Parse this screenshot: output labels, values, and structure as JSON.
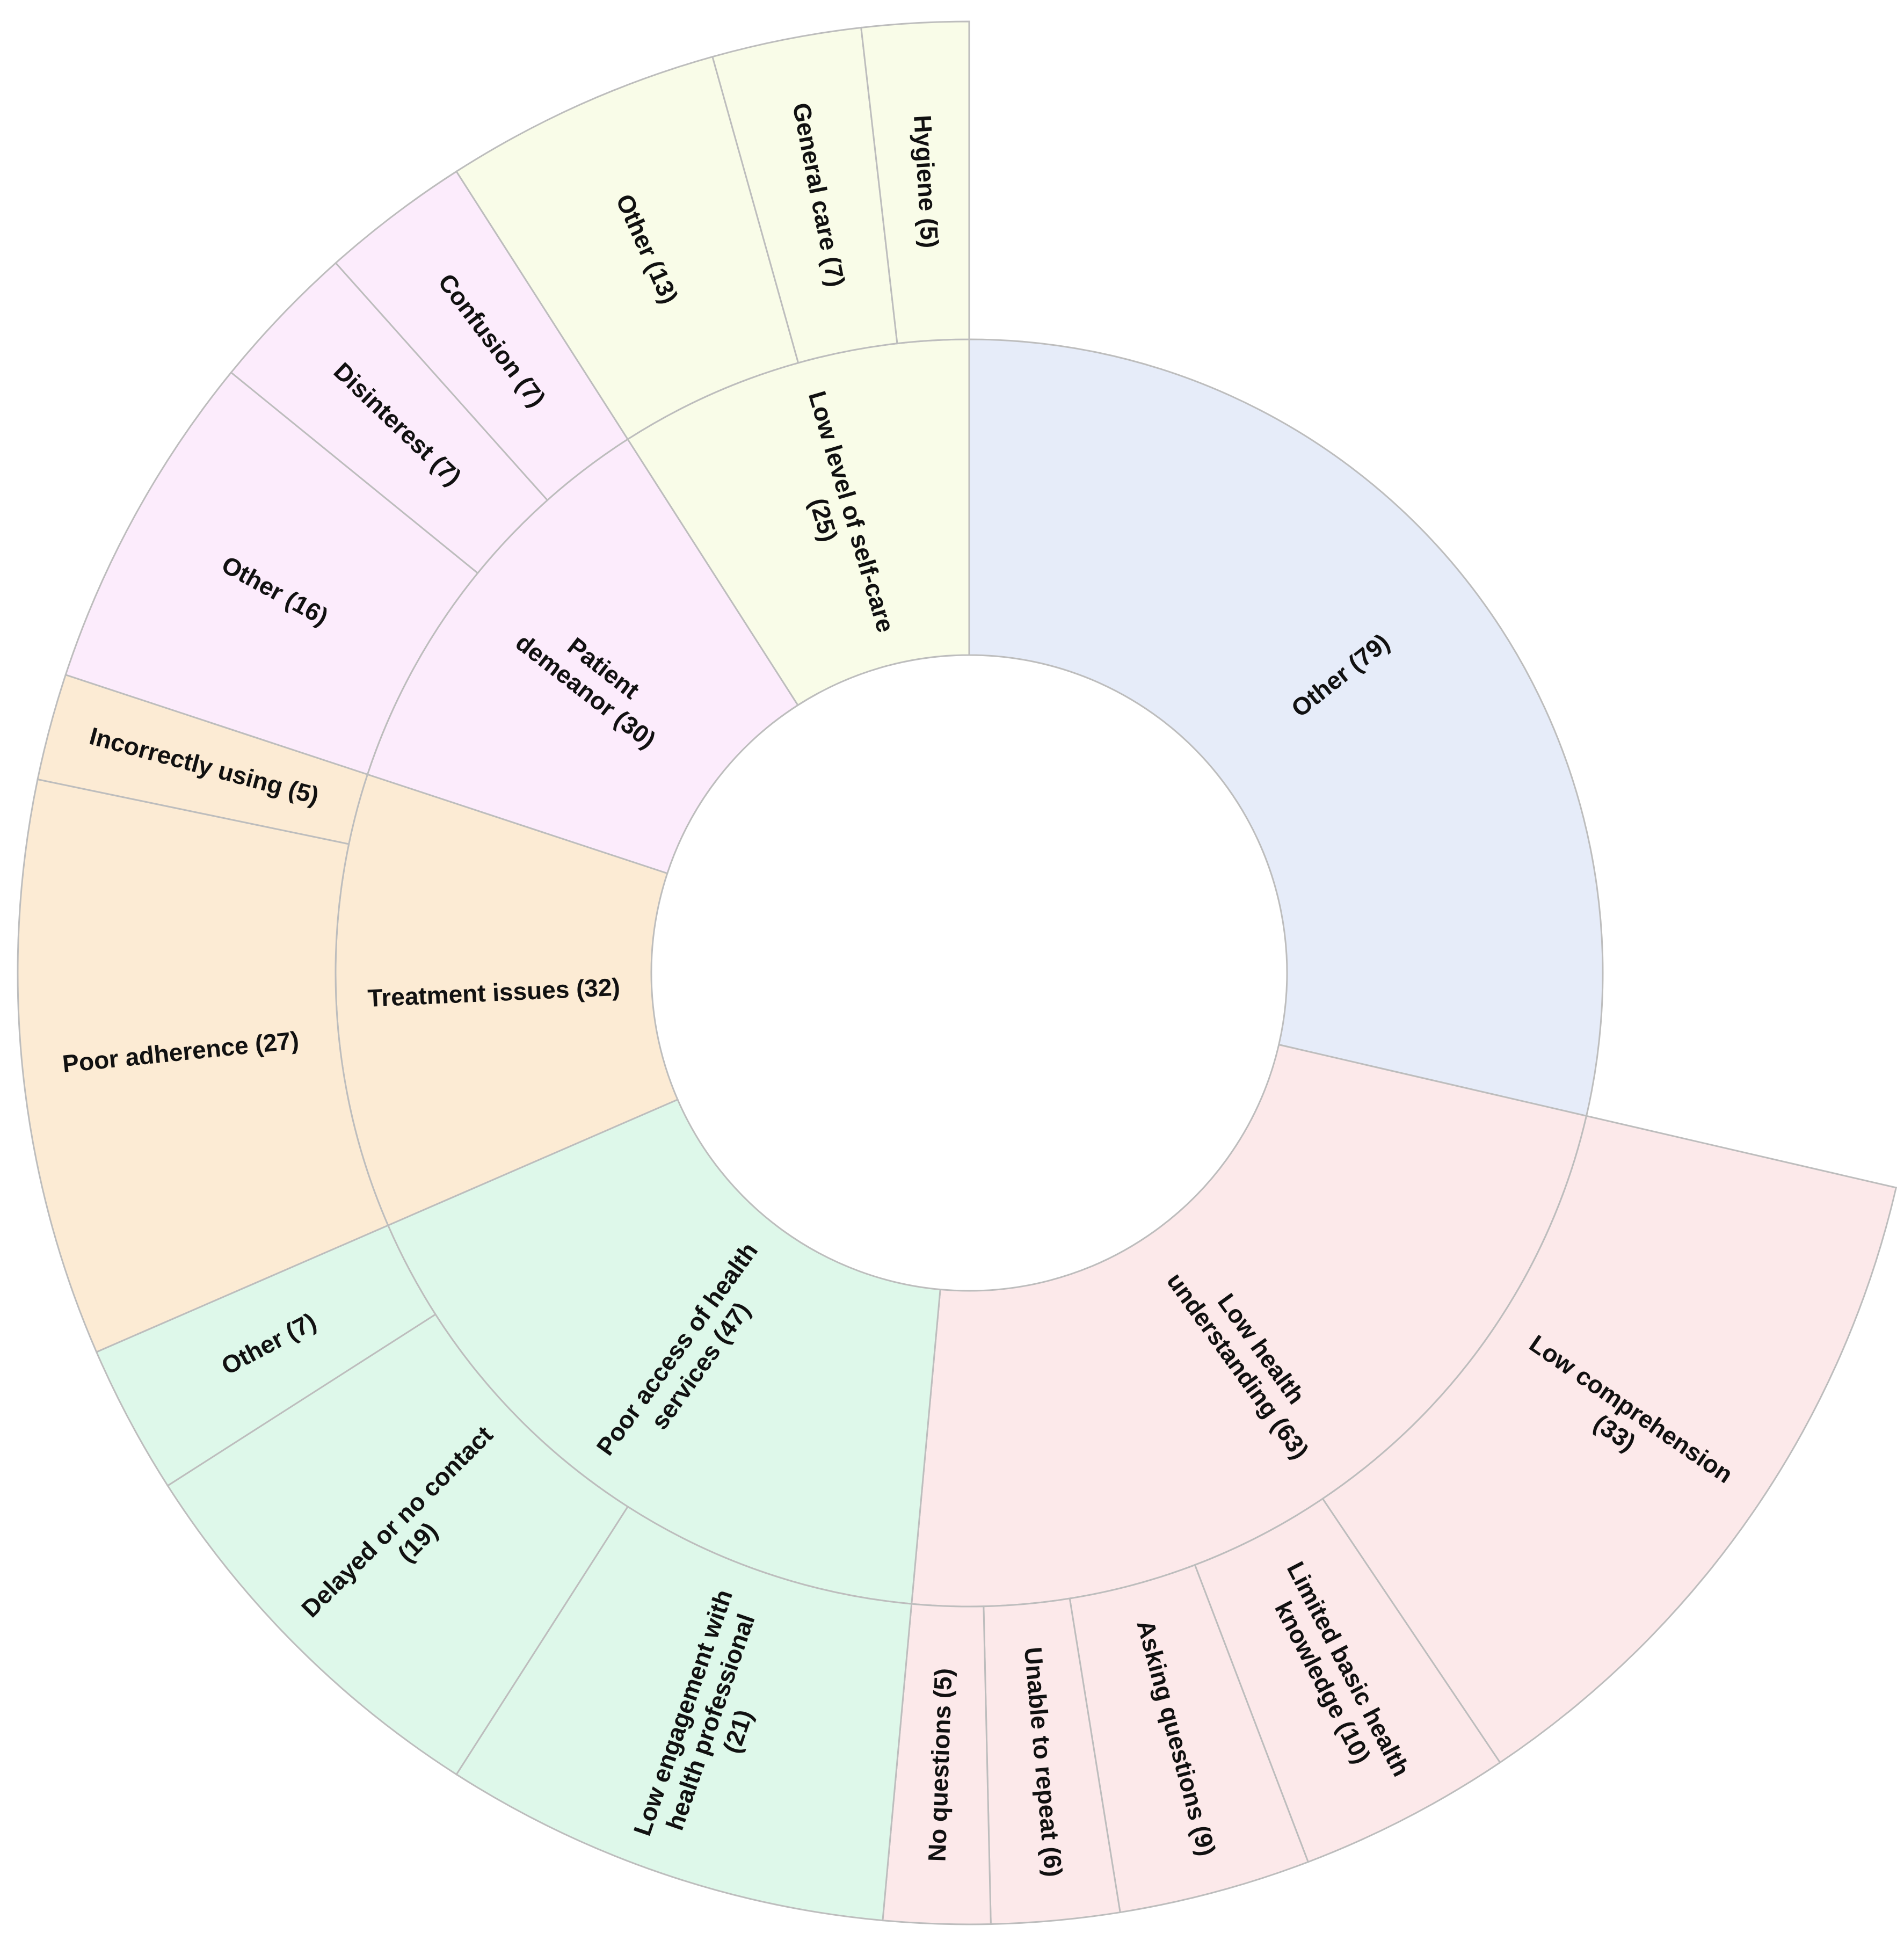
{
  "chart_data": {
    "type": "sunburst",
    "inner_ring": [
      {
        "id": "other",
        "label": "Other (79)",
        "lines": [
          "Other (79)"
        ],
        "value": 79,
        "color": "#e6ecf9"
      },
      {
        "id": "health",
        "label": "Low health understanding (63)",
        "lines": [
          "Low health",
          "understanding (63)"
        ],
        "value": 63,
        "color": "#fce9ea"
      },
      {
        "id": "access",
        "label": "Poor access of health services (47)",
        "lines": [
          "Poor access of health",
          "services (47)"
        ],
        "value": 47,
        "color": "#def8ea"
      },
      {
        "id": "treat",
        "label": "Treatment issues (32)",
        "lines": [
          "Treatment issues (32)"
        ],
        "value": 32,
        "color": "#fcebd4"
      },
      {
        "id": "demeanor",
        "label": "Patient demeanor (30)",
        "lines": [
          "Patient",
          "demeanor (30)"
        ],
        "value": 30,
        "color": "#fcecfc"
      },
      {
        "id": "selfcare",
        "label": "Low level of self-care (25)",
        "lines": [
          "Low level of self-care",
          "(25)"
        ],
        "value": 25,
        "color": "#f9fce8"
      }
    ],
    "outer_ring": [
      {
        "parent": "health",
        "label": "Low comprehension (33)",
        "lines": [
          "Low comprehension",
          "(33)"
        ],
        "value": 33
      },
      {
        "parent": "health",
        "label": "Limited basic health knowledge (10)",
        "lines": [
          "Limited basic health",
          "knowledge (10)"
        ],
        "value": 10
      },
      {
        "parent": "health",
        "label": "Asking questions (9)",
        "lines": [
          "Asking questions (9)"
        ],
        "value": 9
      },
      {
        "parent": "health",
        "label": "Unable to repeat (6)",
        "lines": [
          "Unable to repeat (6)"
        ],
        "value": 6
      },
      {
        "parent": "health",
        "label": "No questions (5)",
        "lines": [
          "No questions (5)"
        ],
        "value": 5
      },
      {
        "parent": "access",
        "label": "Low engagement with health professional (21)",
        "lines": [
          "Low engagement with",
          "health professional",
          "(21)"
        ],
        "value": 21
      },
      {
        "parent": "access",
        "label": "Delayed or no contact (19)",
        "lines": [
          "Delayed or no contact",
          "(19)"
        ],
        "value": 19
      },
      {
        "parent": "access",
        "label": "Other (7)",
        "lines": [
          "Other (7)"
        ],
        "value": 7
      },
      {
        "parent": "treat",
        "label": "Poor adherence (27)",
        "lines": [
          "Poor adherence (27)"
        ],
        "value": 27
      },
      {
        "parent": "treat",
        "label": "Incorrectly using (5)",
        "lines": [
          "Incorrectly using (5)"
        ],
        "value": 5
      },
      {
        "parent": "demeanor",
        "label": "Other (16)",
        "lines": [
          "Other (16)"
        ],
        "value": 16
      },
      {
        "parent": "demeanor",
        "label": "Disinterest (7)",
        "lines": [
          "Disinterest (7)"
        ],
        "value": 7
      },
      {
        "parent": "demeanor",
        "label": "Confusion (7)",
        "lines": [
          "Confusion (7)"
        ],
        "value": 7
      },
      {
        "parent": "selfcare",
        "label": "Other (13)",
        "lines": [
          "Other (13)"
        ],
        "value": 13
      },
      {
        "parent": "selfcare",
        "label": "General care (7)",
        "lines": [
          "General care (7)"
        ],
        "value": 7
      },
      {
        "parent": "selfcare",
        "label": "Hygiene (5)",
        "lines": [
          "Hygiene (5)"
        ],
        "value": 5
      }
    ]
  }
}
